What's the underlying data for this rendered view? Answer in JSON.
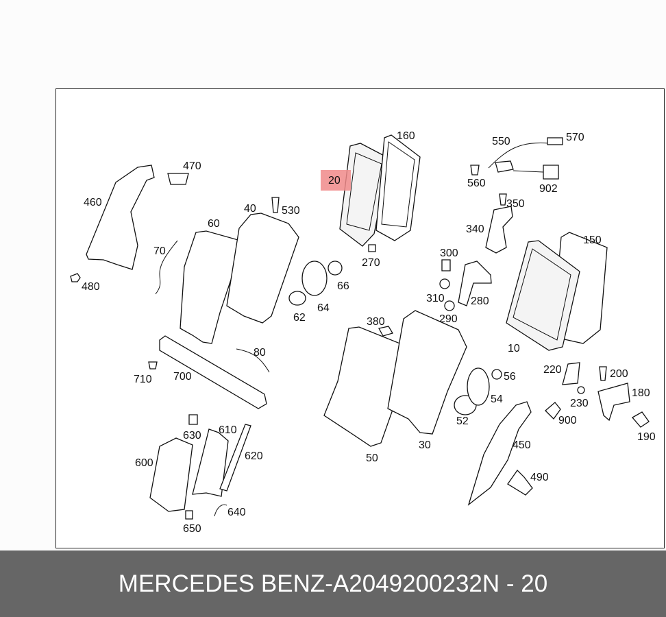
{
  "diagram": {
    "highlighted_part": "20",
    "part_labels": [
      "20",
      "30",
      "40",
      "50",
      "52",
      "54",
      "56",
      "60",
      "62",
      "64",
      "66",
      "70",
      "80",
      "150",
      "160",
      "180",
      "190",
      "200",
      "220",
      "230",
      "270",
      "280",
      "290",
      "300",
      "310",
      "340",
      "350",
      "380",
      "450",
      "460",
      "470",
      "480",
      "490",
      "530",
      "550",
      "560",
      "570",
      "600",
      "610",
      "620",
      "630",
      "640",
      "650",
      "700",
      "710",
      "900",
      "902",
      "10"
    ]
  },
  "footer": {
    "brand": "MERCEDES BENZ",
    "separator": "-",
    "part_number": "A2049200232",
    "position_code": "N - 20"
  },
  "colors": {
    "footer_bg": "#666666",
    "highlight": "#f08a8a",
    "line": "#111111"
  }
}
